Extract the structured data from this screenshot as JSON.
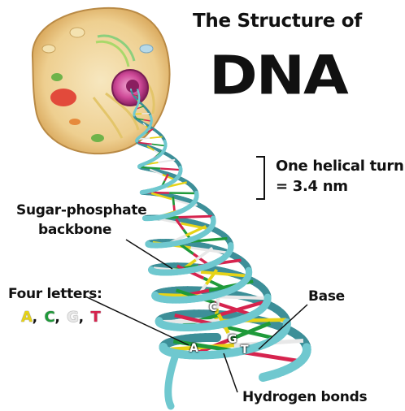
{
  "title": {
    "line1": "The Structure of",
    "line2": "DNA"
  },
  "labels": {
    "helical_turn_line1": "One helical turn",
    "helical_turn_line2": "= 3.4 nm",
    "backbone_line1": "Sugar-phosphate",
    "backbone_line2": "backbone",
    "four_letters": "Four letters:",
    "base": "Base",
    "hydrogen_bonds": "Hydrogen bonds"
  },
  "letters": [
    {
      "char": "A",
      "color": "#e6d317"
    },
    {
      "char": "C",
      "color": "#1f9a3a"
    },
    {
      "char": "G",
      "color": "#e8e8e8"
    },
    {
      "char": "T",
      "color": "#d6244e"
    }
  ],
  "pair_letters": {
    "a": "A",
    "c": "C",
    "g": "G",
    "t": "T"
  },
  "colors": {
    "backbone": "#6fc8cf",
    "backbone_dark": "#3d8f98",
    "nucleus": "#d04b9a",
    "cell": "#f2d9a2",
    "adenine": "#e6d317",
    "cytosine": "#1f9a3a",
    "guanine": "#e8e8e8",
    "thymine": "#d6244e"
  }
}
